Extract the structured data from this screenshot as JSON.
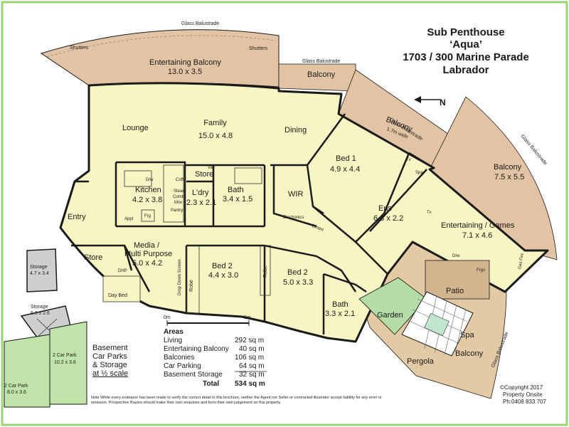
{
  "title": {
    "line1": "Sub Penthouse",
    "line2": "‘Aqua’",
    "line3": "1703 / 300 Marine Parade",
    "line4": "Labrador"
  },
  "labels": {
    "glass_balustrade": "Glass Balustrade",
    "shutters": "Shutters",
    "ent_balcony_name": "Entertaining Balcony",
    "ent_balcony_dim": "13.0 x 3.5",
    "balcony_small": "Balcony",
    "balcony_mid_name": "Balcony",
    "balcony_mid_dim": "1.7m wide",
    "lounge": "Lounge",
    "family_name": "Family",
    "family_dim": "15.0 x 4.8",
    "dining": "Dining",
    "bed1_name": "Bed 1",
    "bed1_dim": "4.9 x 4.4",
    "balcony_big_name": "Balcony",
    "balcony_big_dim": "7.5 x 5.5",
    "kitchen_name": "Kitchen",
    "kitchen_dim": "4.2 x 3.8",
    "dw": "D/w",
    "appl": "Appl",
    "frg": "Frg",
    "store": "Store",
    "vac": "Vac",
    "coff": "Coff",
    "ldry_name": "L'dry",
    "ldry_dim": "2.3 x 2.1",
    "steam": "Steam",
    "combi": "Combi",
    "mw": "M/w",
    "pantry": "Pantry",
    "bath1_name": "Bath",
    "bath1_dim": "3.4 x 1.5",
    "wir": "WIR",
    "electronics": "Electronics",
    "linen": "Linen",
    "ens_name": "Ens",
    "ens_dim": "6.8 x 2.2",
    "tv": "Tv",
    "spa": "Spa",
    "entertaining_name": "Entertaining / Games",
    "entertaining_dim": "7.1 x 4.6",
    "gas_fire": "Gas Fire",
    "frgs": "Frgs",
    "entry": "Entry",
    "media_name": "Media /",
    "media_name2": "Multi Purpose",
    "media_dim": "5.0 x 4.2",
    "store2": "Store",
    "dhp": "DHP",
    "day_bed": "Day Bed",
    "drop_down_screen": "Drop Down Screen",
    "robe": "Robe",
    "bed2a_name": "Bed 2",
    "bed2a_dim": "4.4 x 3.0",
    "bed2b_name": "Bed 2",
    "bed2b_dim": "5.0 x 3.3",
    "bath2_name": "Bath",
    "bath2_dim": "3.3 x 2.1",
    "patio": "Patio",
    "garden": "Garden",
    "spa2": "Spa",
    "balcony_low": "Balcony",
    "pergola": "Pergola",
    "storage1_name": "Storage",
    "storage1_dim": "4.7 x 3.4",
    "storage2_name": "Storage",
    "storage2_dim": "6.0 x 2.6",
    "carpark1_name": "2 Car Park",
    "carpark1_dim": "10.2 x 3.6",
    "carpark2_name": "2 Car Park",
    "carpark2_dim": "8.0 x 3.6",
    "basement1": "Basement",
    "basement2": "Car Parks",
    "basement3": "& Storage",
    "basement4": "at ½ scale",
    "scale_0": "0m",
    "scale_5": "5m",
    "north": "N"
  },
  "areas": {
    "heading": "Areas",
    "rows": [
      {
        "name": "Living",
        "value": "292 sq m"
      },
      {
        "name": "Entertaining Balcony",
        "value": "40 sq m"
      },
      {
        "name": "Balconies",
        "value": "106 sq m"
      },
      {
        "name": "Car Parking",
        "value": "64 sq m"
      },
      {
        "name": "Basement Storage",
        "value": "32 sq m"
      }
    ],
    "total_label": "Total",
    "total_value": "534 sq m"
  },
  "note": "Note    While every endeavor has been made to verify the correct detail in this brochure, neither the Agent nor Seller or contracted illustrator accept liability for any error or omission. Prospective Buyers should make their own enquiries and form their own judgement on this property.",
  "copyright": {
    "line1": "©Copyright 2017",
    "line2": "Property Onsite",
    "line3": "Ph:0408 833 707"
  },
  "colors": {
    "interior": "#f6f5c3",
    "balcony": "#e2c3a3",
    "terrace": "#e3caa5",
    "garden": "#b3dca6",
    "carpark": "#bfe3a8",
    "storage": "#cfcfcf",
    "patio": "#d2b48e",
    "wall": "#1a1a1a",
    "border": "#9cd17a"
  }
}
